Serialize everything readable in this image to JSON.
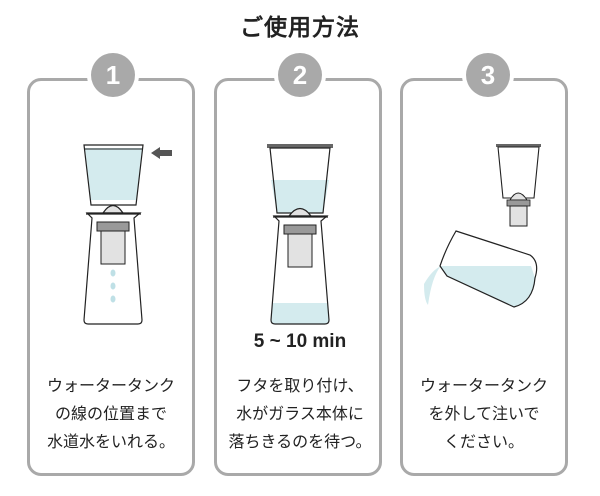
{
  "title": "ご使用方法",
  "steps": [
    {
      "number": "1",
      "lines": [
        "ウォータータンク",
        "の線の位置まで",
        "水道水をいれる。"
      ]
    },
    {
      "number": "2",
      "time": "5 ~ 10 min",
      "lines": [
        "フタを取り付け、",
        "水がガラス本体に",
        "落ちきるのを待つ。"
      ]
    },
    {
      "number": "3",
      "lines": [
        "ウォータータンク",
        "を外して注いで",
        "ください。"
      ]
    }
  ],
  "colors": {
    "frame": "#a9a9a9",
    "water": "#d4ebee",
    "line": "#222222"
  }
}
